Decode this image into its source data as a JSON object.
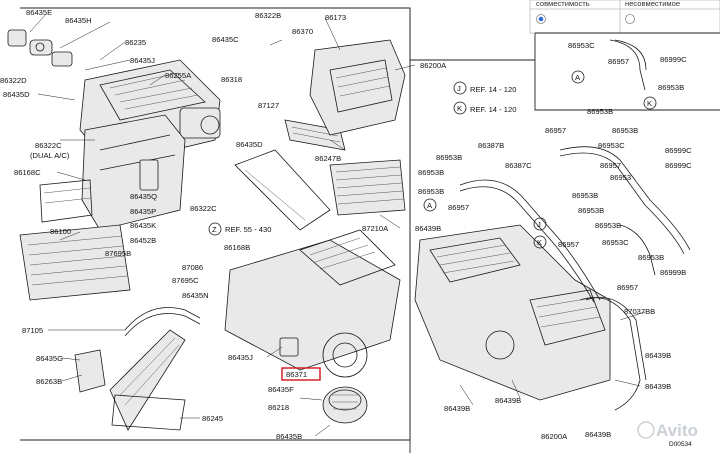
{
  "compat_header": {
    "col_compatible": "совместимость",
    "col_incompatible": "несовместимое",
    "selected": "compatible"
  },
  "labels": {
    "p86435E": "86435E",
    "p86435H": "86435H",
    "p86235": "86235",
    "p86435J_top": "86435J",
    "p86255A": "86255A",
    "p86322D": "86322D",
    "p86435D_left": "86435D",
    "p86322B": "86322B",
    "p86173": "86173",
    "p86435C": "86435C",
    "p86370": "86370",
    "p86318": "86318",
    "p86200A_top": "86200A",
    "ref1": "REF. 14 - 120",
    "ref2": "REF. 14 - 120",
    "p86322C": "86322C",
    "dual_ac": "(DUAL A/C)",
    "p87127": "87127",
    "p86247B": "86247B",
    "p86435D_mid": "86435D",
    "p86168C": "86168C",
    "p86435Q": "86435Q",
    "p86435P": "86435P",
    "p86322C_2": "86322C",
    "p86100": "86100",
    "p86435K": "86435K",
    "p86452B": "86452B",
    "ref55": "REF. 55 - 430",
    "p86168B": "86168B",
    "p87695B": "87695B",
    "p87086": "87086",
    "p87695C": "87695C",
    "p86435N": "86435N",
    "p87105": "87105",
    "p86435G": "86435G",
    "p86263B": "86263B",
    "p86245": "86245",
    "p86435J_bot": "86435J",
    "p86371": "86371",
    "p86435F": "86435F",
    "p86218": "86218",
    "p86435B": "86435B",
    "p87210A": "87210A",
    "p86439B_a": "86439B",
    "p86439B_b": "86439B",
    "p86439B_c": "86439B",
    "p86439B_d": "86439B",
    "p86439B_e": "86439B",
    "p86439B_f": "86439B",
    "p86200A_bot": "86200A",
    "p86387B": "86387B",
    "p86953B_1": "86953B",
    "p86953B_2": "86953B",
    "p86953B_3": "86953B",
    "p86953B_4": "86953B",
    "p86953B_5": "86953B",
    "p86953B_6": "86953B",
    "p86953B_7": "86953B",
    "p86953B_8": "86953B",
    "p86957_1": "86957",
    "p86957_2": "86957",
    "p86957_3": "86957",
    "p86957_4": "86957",
    "p86957_5": "86957",
    "p86387C": "86387C",
    "p86953": "86953",
    "p86953C_1": "86953C",
    "p86953C_2": "86953C",
    "p86999C_1": "86999C",
    "p86999C_2": "86999C",
    "p86999B": "86999B",
    "p87037BB": "87037BB",
    "p86953B_top": "86953B",
    "p86953B_top2": "86953B",
    "p86953C_top": "86953C",
    "p86999C_top": "86999C",
    "p86957_top": "86957",
    "letters": {
      "J": "J",
      "K": "K",
      "A": "A",
      "Z": "Z"
    },
    "diagram_code": "D00534",
    "watermark": "Avito"
  },
  "colors": {
    "highlight": "#d0141b",
    "radio_selected": "#2f6fd6"
  }
}
